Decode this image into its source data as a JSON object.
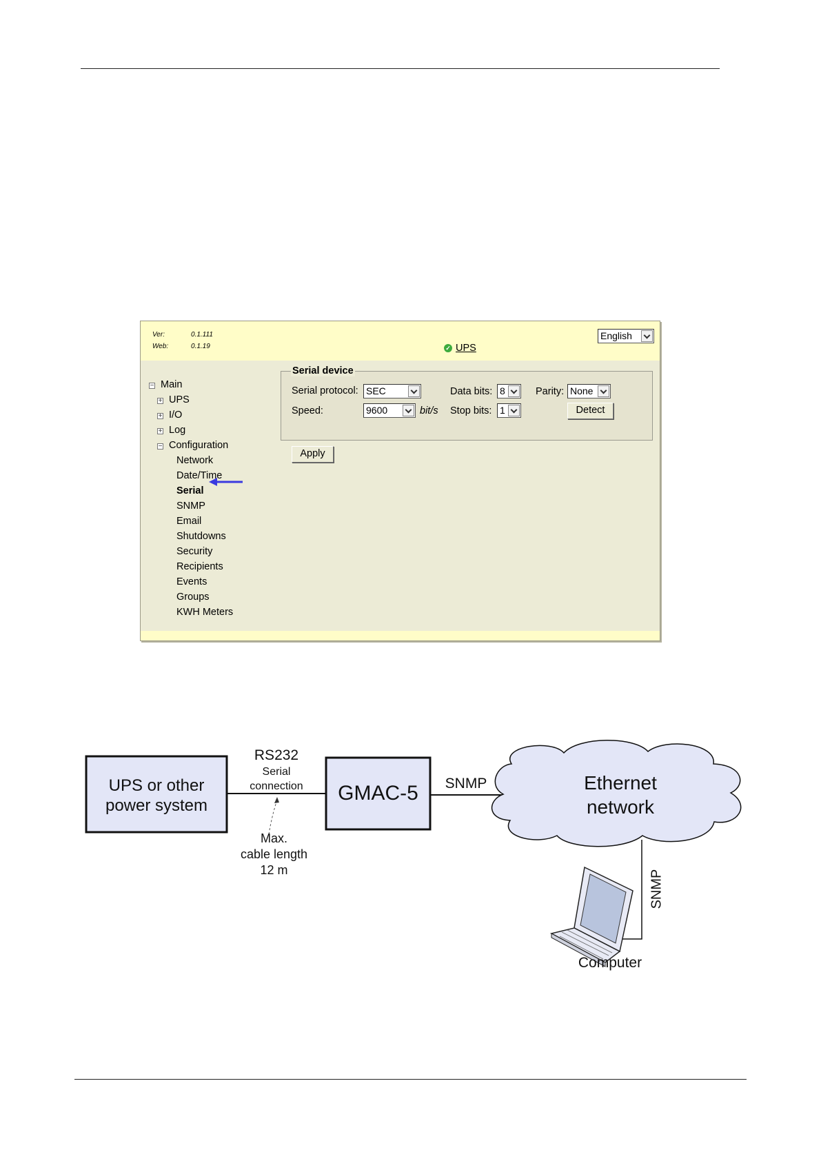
{
  "ui": {
    "version_label": "Ver:",
    "version_value": "0.1.111",
    "web_label": "Web:",
    "web_value": "0.1.19",
    "status_link": "UPS",
    "language": "English",
    "menu": {
      "main": "Main",
      "ups": "UPS",
      "io": "I/O",
      "log": "Log",
      "configuration": "Configuration",
      "config_items": [
        "Network",
        "Date/Time",
        "Serial",
        "SNMP",
        "Email",
        "Shutdowns",
        "Security",
        "Recipients",
        "Events",
        "Groups",
        "KWH Meters"
      ]
    },
    "serial_device": {
      "legend": "Serial device",
      "protocol_label": "Serial protocol:",
      "protocol_value": "SEC",
      "data_bits_label": "Data bits:",
      "data_bits_value": "8",
      "parity_label": "Parity:",
      "parity_value": "None",
      "speed_label": "Speed:",
      "speed_value": "9600",
      "speed_unit": "bit/s",
      "stop_bits_label": "Stop bits:",
      "stop_bits_value": "1",
      "detect_button": "Detect"
    },
    "apply_button": "Apply"
  },
  "diagram": {
    "ups_box_line1": "UPS or other",
    "ups_box_line2": "power system",
    "rs232": "RS232",
    "serial_line1": "Serial",
    "serial_line2": "connection",
    "max_line1": "Max.",
    "max_line2": "cable length",
    "max_line3": "12 m",
    "gmac": "GMAC-5",
    "snmp_horizontal": "SNMP",
    "network_line1": "Ethernet",
    "network_line2": "network",
    "snmp_vertical": "SNMP",
    "computer": "Computer"
  }
}
